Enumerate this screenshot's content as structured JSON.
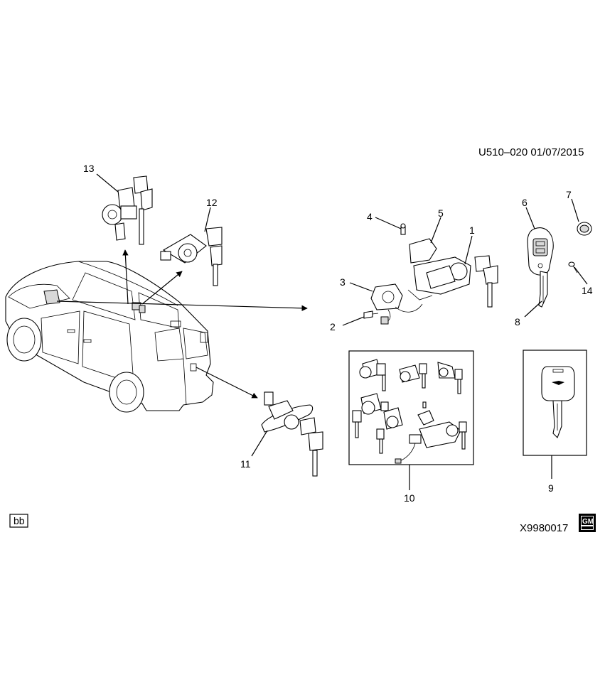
{
  "header": {
    "code": "U510–020  01/07/2015"
  },
  "footer": {
    "left_tag": "bb",
    "figure_id": "X9980017",
    "logo_text": "GM"
  },
  "callouts": [
    "1",
    "2",
    "3",
    "4",
    "5",
    "6",
    "7",
    "8",
    "9",
    "10",
    "11",
    "12",
    "13",
    "14"
  ],
  "icons": [
    "van-illustration",
    "lock-cylinder-icon",
    "key-icon",
    "ignition-switch-icon",
    "remote-fob-icon",
    "battery-icon",
    "screw-icon",
    "gm-logo-icon"
  ]
}
